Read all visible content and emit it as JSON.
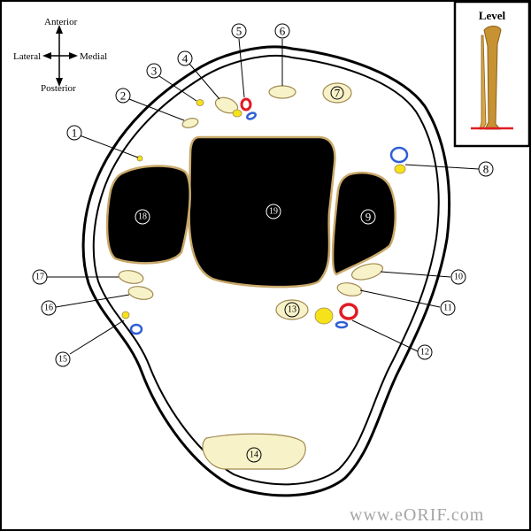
{
  "orientation": {
    "anterior": "Anterior",
    "posterior": "Posterior",
    "lateral": "Lateral",
    "medial": "Medial"
  },
  "level_inset": {
    "title": "Level"
  },
  "labels": {
    "n1": "1",
    "n2": "2",
    "n3": "3",
    "n4": "4",
    "n5": "5",
    "n6": "6",
    "n7": "7",
    "n8": "8",
    "n9": "9",
    "n10": "10",
    "n11": "11",
    "n12": "12",
    "n13": "13",
    "n14": "14",
    "n15": "15",
    "n16": "16",
    "n17": "17",
    "n18": "18",
    "n19": "19"
  },
  "watermark": "www.eORIF.com",
  "colors": {
    "outline": "#000000",
    "tendon_fill": "#f8f2c9",
    "tendon_stroke": "#a08a50",
    "bone_fill": "#000000",
    "bone_stroke": "#c9a86a",
    "nerve": "#f5e21b",
    "artery": "#e01b24",
    "vein": "#2f5fd6",
    "level_line": "#e01b24",
    "bone_inset": "#c79232"
  }
}
